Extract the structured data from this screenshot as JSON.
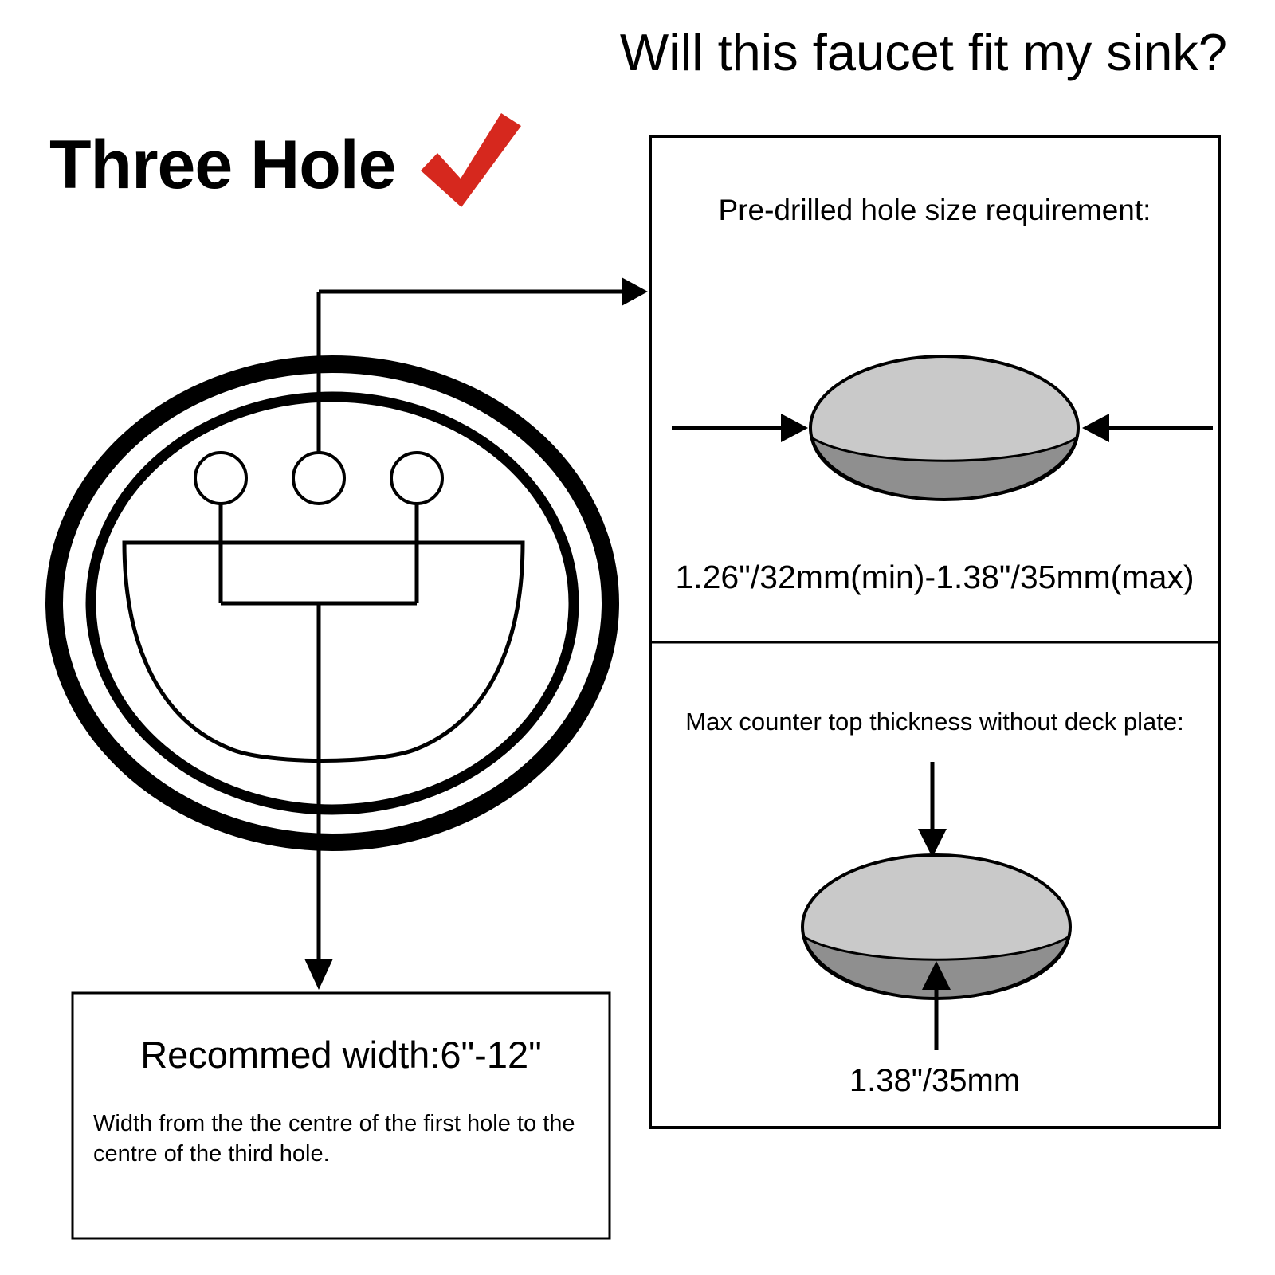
{
  "title": "Will this faucet fit my sink?",
  "config": {
    "label": "Three Hole",
    "check_icon": "red-checkmark"
  },
  "hole_size_panel": {
    "heading": "Pre-drilled hole size requirement:",
    "dimension": "1.26\"/32mm(min)-1.38\"/35mm(max)"
  },
  "thickness_panel": {
    "heading": "Max counter top thickness without deck plate:",
    "dimension": "1.38\"/35mm"
  },
  "width_note": {
    "heading": "Recommed width:6\"-12\"",
    "body": "Width from the the centre of the first hole to the centre of the third hole."
  },
  "colors": {
    "accent_red": "#d6281e",
    "hole_light": "#c9c9c9",
    "hole_dark": "#8f8f8f",
    "line": "#000000"
  }
}
